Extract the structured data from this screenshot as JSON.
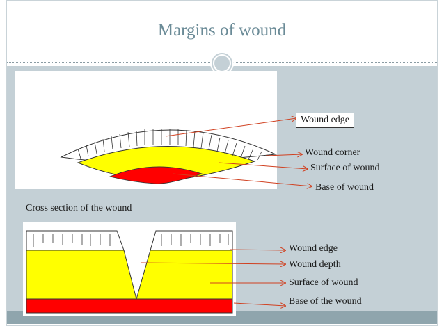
{
  "slide": {
    "title": "Margins of wound"
  },
  "top_diagram": {
    "labels": {
      "wound_edge": "Wound  edge",
      "wound_corner": "Wound corner",
      "surface": "Surface of wound",
      "base": "Base of wound"
    }
  },
  "caption": "Cross section of the wound",
  "bottom_diagram": {
    "labels": {
      "wound_edge": "Wound edge",
      "wound_depth": "Wound depth",
      "surface": "Surface of wound",
      "base": "Base of the wound"
    }
  },
  "colors": {
    "title": "#6b8b97",
    "background": "#c4d0d6",
    "accent_bar": "#8fa5ad",
    "wound_surface": "#ffff00",
    "wound_base": "#ff0000",
    "pointer": "#d04020"
  }
}
